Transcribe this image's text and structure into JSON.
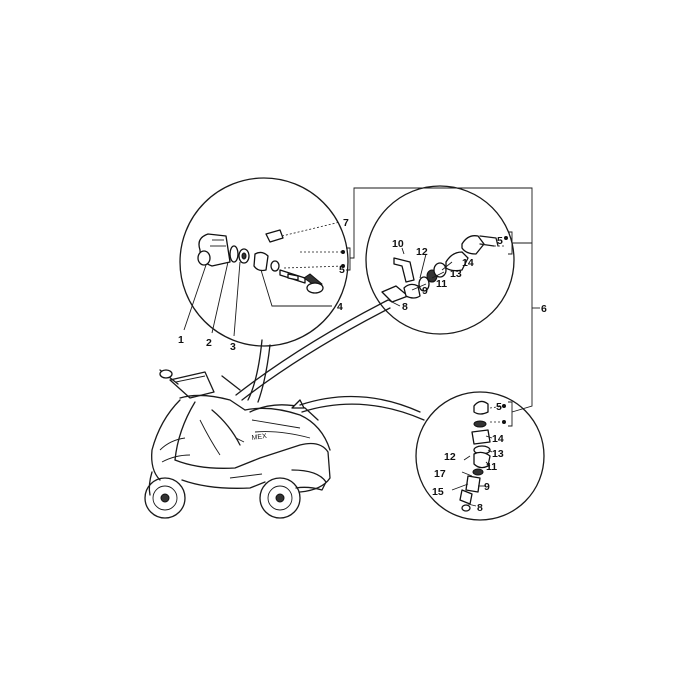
{
  "callouts": {
    "c1": "1",
    "c2": "2",
    "c3": "3",
    "c4": "4",
    "c5a": "5",
    "c5b": "5",
    "c5c": "5",
    "c6": "6",
    "c7": "7",
    "c8a": "8",
    "c8b": "8",
    "c9a": "9",
    "c9b": "9",
    "c10": "10",
    "c11a": "11",
    "c11b": "11",
    "c12a": "12",
    "c12b": "12",
    "c13a": "13",
    "c13b": "13",
    "c14a": "14",
    "c14b": "14",
    "c15": "15",
    "c17": "17"
  },
  "scooter_badge": "MEX"
}
